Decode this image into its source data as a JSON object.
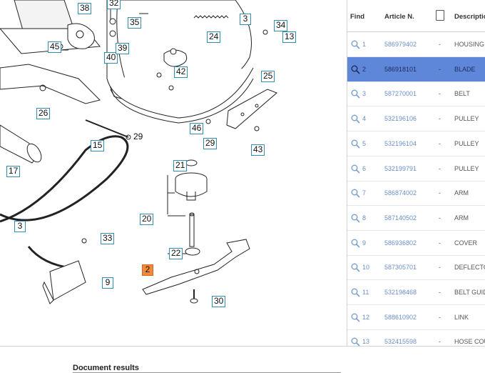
{
  "diagram": {
    "callouts": [
      {
        "id": "38",
        "sel": false
      },
      {
        "id": "32",
        "sel": false
      },
      {
        "id": "35",
        "sel": false
      },
      {
        "id": "3",
        "sel": false
      },
      {
        "id": "34",
        "sel": false
      },
      {
        "id": "13",
        "sel": false
      },
      {
        "id": "24",
        "sel": false
      },
      {
        "id": "45",
        "sel": false
      },
      {
        "id": "40",
        "sel": false
      },
      {
        "id": "39",
        "sel": false
      },
      {
        "id": "42",
        "sel": false
      },
      {
        "id": "25",
        "sel": false
      },
      {
        "id": "26",
        "sel": false
      },
      {
        "id": "46",
        "sel": false
      },
      {
        "id": "29",
        "sel": false
      },
      {
        "id": "15",
        "sel": false
      },
      {
        "id": "43",
        "sel": false
      },
      {
        "id": "17",
        "sel": false
      },
      {
        "id": "21",
        "sel": false
      },
      {
        "id": "20",
        "sel": false
      },
      {
        "id": "3",
        "sel": false
      },
      {
        "id": "33",
        "sel": false
      },
      {
        "id": "22",
        "sel": false
      },
      {
        "id": "2",
        "sel": true
      },
      {
        "id": "9",
        "sel": false
      },
      {
        "id": "30",
        "sel": false
      }
    ],
    "plain_numbers": [
      "29"
    ]
  },
  "panel": {
    "headers": {
      "find": "Find",
      "article": "Article N.",
      "desc": "Descriptio"
    },
    "rows": [
      {
        "find": "1",
        "article": "586979402",
        "qty": "-",
        "desc": "HOUSING A",
        "sel": false
      },
      {
        "find": "2",
        "article": "586918101",
        "qty": "-",
        "desc": "BLADE",
        "sel": true
      },
      {
        "find": "3",
        "article": "587270001",
        "qty": "-",
        "desc": "BELT",
        "sel": false
      },
      {
        "find": "4",
        "article": "532196106",
        "qty": "-",
        "desc": "PULLEY",
        "sel": false
      },
      {
        "find": "5",
        "article": "532196104",
        "qty": "-",
        "desc": "PULLEY",
        "sel": false
      },
      {
        "find": "6",
        "article": "532199791",
        "qty": "-",
        "desc": "PULLEY",
        "sel": false
      },
      {
        "find": "7",
        "article": "586874002",
        "qty": "-",
        "desc": "ARM",
        "sel": false
      },
      {
        "find": "8",
        "article": "587140502",
        "qty": "-",
        "desc": "ARM",
        "sel": false
      },
      {
        "find": "9",
        "article": "586936802",
        "qty": "-",
        "desc": "COVER",
        "sel": false
      },
      {
        "find": "10",
        "article": "587305701",
        "qty": "-",
        "desc": "DEFLECTOR",
        "sel": false
      },
      {
        "find": "11",
        "article": "532198468",
        "qty": "-",
        "desc": "BELT GUID",
        "sel": false
      },
      {
        "find": "12",
        "article": "588610902",
        "qty": "-",
        "desc": "LINK",
        "sel": false
      },
      {
        "find": "13",
        "article": "532415598",
        "qty": "-",
        "desc": "HOSE COU",
        "sel": false
      }
    ]
  },
  "document": {
    "title": "Document results"
  },
  "colors": {
    "callout_border": "#2f8fb0",
    "selected_callout": "#ef8a3b",
    "selected_row": "#5f87d9"
  }
}
